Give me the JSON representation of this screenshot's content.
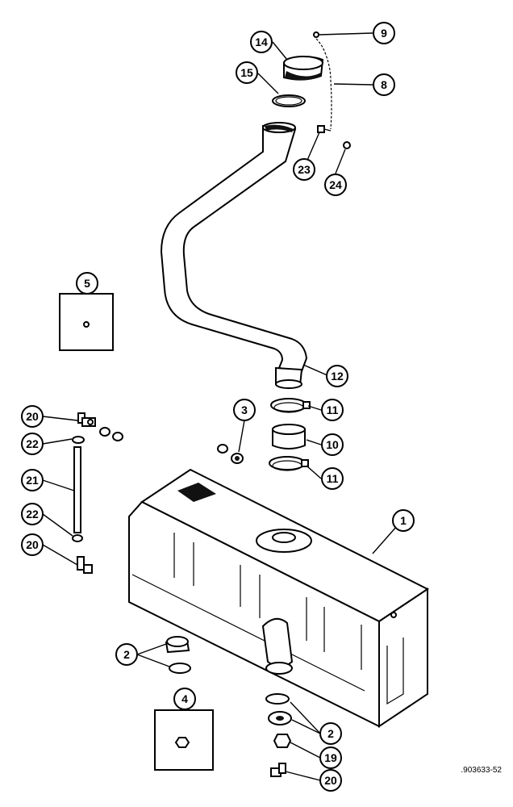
{
  "callouts": [
    {
      "id": "c9",
      "label": "9"
    },
    {
      "id": "c14",
      "label": "14"
    },
    {
      "id": "c15",
      "label": "15"
    },
    {
      "id": "c8",
      "label": "8"
    },
    {
      "id": "c23",
      "label": "23"
    },
    {
      "id": "c24",
      "label": "24"
    },
    {
      "id": "c5",
      "label": "5"
    },
    {
      "id": "c12",
      "label": "12"
    },
    {
      "id": "c3",
      "label": "3"
    },
    {
      "id": "c11a",
      "label": "11"
    },
    {
      "id": "c10",
      "label": "10"
    },
    {
      "id": "c11b",
      "label": "11"
    },
    {
      "id": "c20a",
      "label": "20"
    },
    {
      "id": "c22a",
      "label": "22"
    },
    {
      "id": "c21",
      "label": "21"
    },
    {
      "id": "c22b",
      "label": "22"
    },
    {
      "id": "c20b",
      "label": "20"
    },
    {
      "id": "c1",
      "label": "1"
    },
    {
      "id": "c2a",
      "label": "2"
    },
    {
      "id": "c4",
      "label": "4"
    },
    {
      "id": "c2b",
      "label": "2"
    },
    {
      "id": "c19",
      "label": "19"
    },
    {
      "id": "c20c",
      "label": "20"
    }
  ],
  "reference_number": ".903633-52"
}
